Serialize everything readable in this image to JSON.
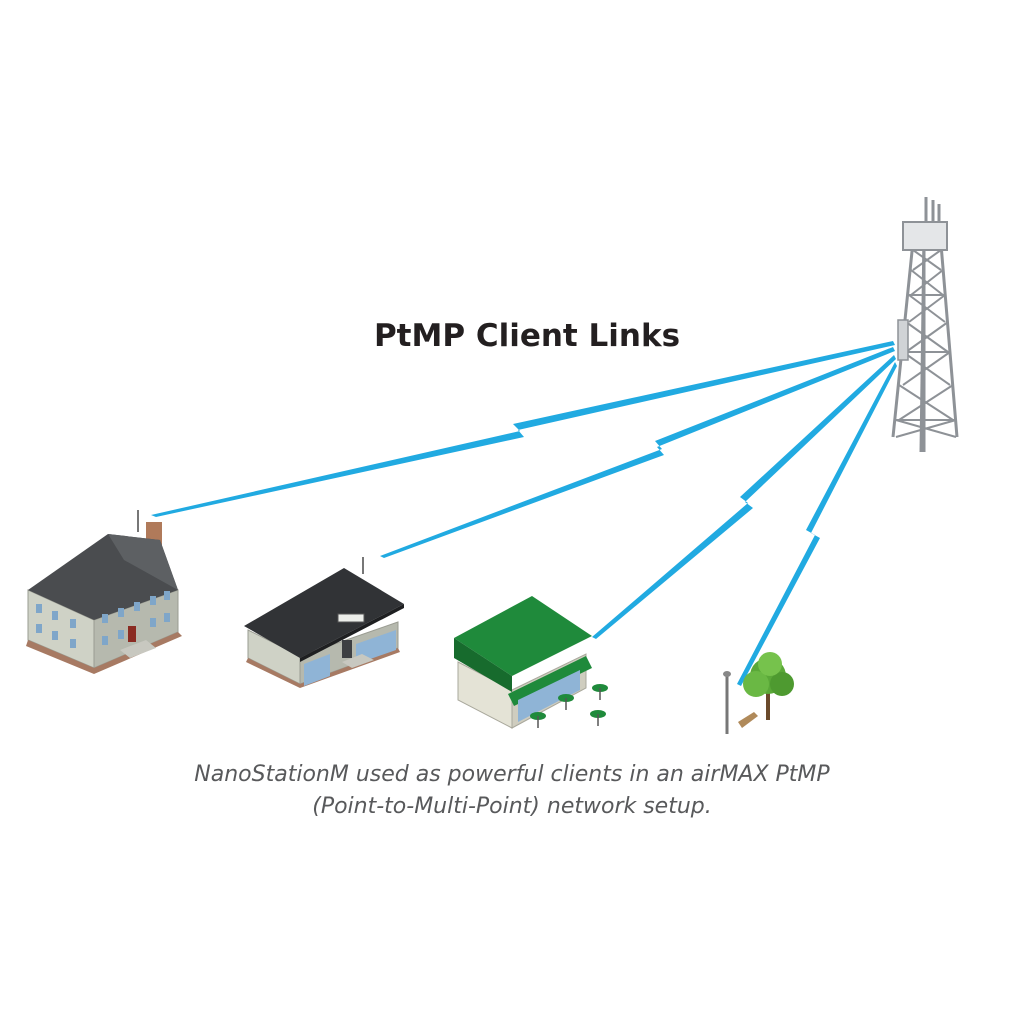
{
  "title": "PtMP Client Links",
  "caption": {
    "line1": "NanoStationM used as powerful clients in an airMAX PtMP",
    "line2": "(Point-to-Multi-Point) network setup."
  },
  "colors": {
    "link": "#21aae1",
    "title": "#231f20",
    "caption": "#58595b",
    "roof_dark": "#3a3c3e",
    "roof_green": "#1f8a3b",
    "wall": "#c9cbbd",
    "tower": "#9a9ea3"
  },
  "icons": [
    "tower-icon",
    "house-icon",
    "shop-icon",
    "cafe-icon",
    "park-icon"
  ]
}
